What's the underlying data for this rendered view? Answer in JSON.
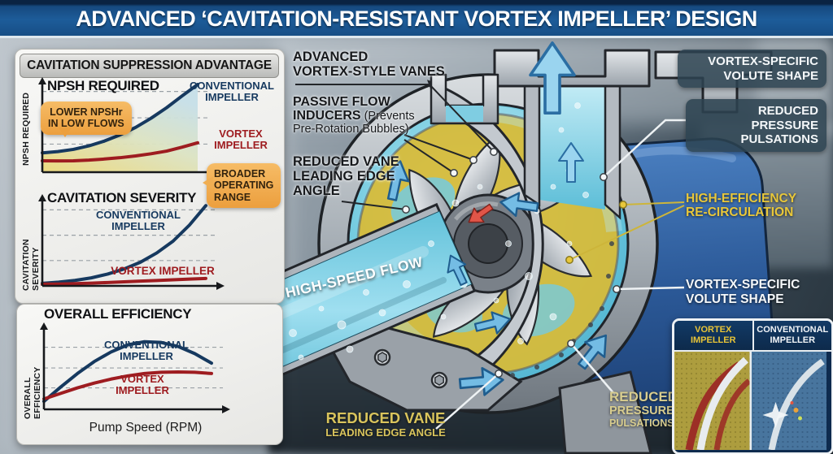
{
  "title_bar": {
    "title": "ADVANCED ‘CAVITATION-RESISTANT VORTEX IMPELLER’ DESIGN"
  },
  "suppression_panel": {
    "header": "CAVITATION SUPPRESSION ADVANTAGE"
  },
  "chart_data": [
    {
      "type": "line",
      "title": "NPSH REQUIRED",
      "ylabel": "NPSH REQUIRED",
      "xlabel": "",
      "ylim": [
        0,
        1
      ],
      "grid": true,
      "gridlines": [
        0.32,
        0.62,
        0.92
      ],
      "area_under_first_series": true,
      "area_colors": [
        "#ecd87a",
        "#c6dfe8"
      ],
      "series": [
        {
          "name": "CONVENTIONAL IMPELLER",
          "color": "#16395f",
          "label": {
            "line1": "CONVENTIONAL",
            "line2": "IMPELLER"
          },
          "points": [
            [
              0,
              0.22
            ],
            [
              0.1,
              0.235
            ],
            [
              0.2,
              0.26
            ],
            [
              0.3,
              0.3
            ],
            [
              0.4,
              0.355
            ],
            [
              0.5,
              0.425
            ],
            [
              0.6,
              0.51
            ],
            [
              0.7,
              0.615
            ],
            [
              0.8,
              0.735
            ],
            [
              0.9,
              0.87
            ],
            [
              1,
              1.0
            ]
          ]
        },
        {
          "name": "VORTEX IMPELLER",
          "color": "#9e1c20",
          "label": {
            "line1": "VORTEX",
            "line2": "IMPELLER"
          },
          "points": [
            [
              0,
              0.13
            ],
            [
              0.1,
              0.128
            ],
            [
              0.2,
              0.13
            ],
            [
              0.3,
              0.138
            ],
            [
              0.4,
              0.15
            ],
            [
              0.5,
              0.165
            ],
            [
              0.6,
              0.185
            ],
            [
              0.7,
              0.21
            ],
            [
              0.8,
              0.24
            ],
            [
              0.9,
              0.285
            ],
            [
              1,
              0.335
            ]
          ]
        }
      ],
      "callouts": {
        "lower": {
          "line1": "LOWER NPSHr",
          "line2": "IN LOW FLOWS"
        },
        "broader": {
          "line1": "BROADER",
          "line2": "OPERATING",
          "line3": "RANGE"
        }
      }
    },
    {
      "type": "line",
      "title": "CAVITATION SEVERITY",
      "ylabel": "CAVITATION SEVERITY",
      "xlabel": "",
      "ylim": [
        0,
        1
      ],
      "grid": true,
      "gridlines": [
        0.3,
        0.6,
        0.9
      ],
      "series": [
        {
          "name": "CONVENTIONAL IMPELLER",
          "color": "#16395f",
          "label": {
            "line1": "CONVENTIONAL",
            "line2": "IMPELLER"
          },
          "points": [
            [
              0,
              0.03
            ],
            [
              0.1,
              0.045
            ],
            [
              0.2,
              0.065
            ],
            [
              0.3,
              0.095
            ],
            [
              0.4,
              0.14
            ],
            [
              0.5,
              0.2
            ],
            [
              0.6,
              0.28
            ],
            [
              0.7,
              0.39
            ],
            [
              0.8,
              0.53
            ],
            [
              0.9,
              0.72
            ],
            [
              1,
              0.95
            ]
          ]
        },
        {
          "name": "VORTEX IMPELLER",
          "color": "#9e1c20",
          "label": {
            "line1": "VORTEX IMPELLER"
          },
          "points": [
            [
              0,
              0.02
            ],
            [
              0.1,
              0.022
            ],
            [
              0.2,
              0.026
            ],
            [
              0.3,
              0.032
            ],
            [
              0.4,
              0.04
            ],
            [
              0.5,
              0.048
            ],
            [
              0.6,
              0.056
            ],
            [
              0.7,
              0.064
            ],
            [
              0.8,
              0.072
            ],
            [
              0.9,
              0.08
            ],
            [
              1,
              0.088
            ]
          ]
        }
      ]
    },
    {
      "type": "line",
      "title": "OVERALL EFFICIENCY",
      "ylabel": "OVERALL EFFICIENCY",
      "xlabel": "Pump Speed (RPM)",
      "ylim": [
        0,
        1
      ],
      "grid": true,
      "gridlines": [
        0.27,
        0.52,
        0.78
      ],
      "series": [
        {
          "name": "CONVENTIONAL IMPELLER",
          "color": "#16395f",
          "label": {
            "line1": "CONVENTIONAL",
            "line2": "IMPELLER"
          },
          "points": [
            [
              0,
              0.1
            ],
            [
              0.1,
              0.28
            ],
            [
              0.2,
              0.45
            ],
            [
              0.3,
              0.6
            ],
            [
              0.4,
              0.72
            ],
            [
              0.5,
              0.81
            ],
            [
              0.6,
              0.85
            ],
            [
              0.7,
              0.84
            ],
            [
              0.8,
              0.79
            ],
            [
              0.9,
              0.7
            ],
            [
              1,
              0.58
            ]
          ]
        },
        {
          "name": "VORTEX IMPELLER",
          "color": "#9e1c20",
          "label": {
            "line1": "VORTEX",
            "line2": "IMPELLER"
          },
          "points": [
            [
              0,
              0.13
            ],
            [
              0.1,
              0.2
            ],
            [
              0.2,
              0.27
            ],
            [
              0.3,
              0.33
            ],
            [
              0.4,
              0.38
            ],
            [
              0.5,
              0.42
            ],
            [
              0.6,
              0.45
            ],
            [
              0.7,
              0.465
            ],
            [
              0.8,
              0.47
            ],
            [
              0.9,
              0.465
            ],
            [
              1,
              0.45
            ]
          ]
        }
      ]
    }
  ],
  "diagram_labels": {
    "advanced_vanes": {
      "line1": "ADVANCED",
      "line2": "VORTEX-STYLE VANES"
    },
    "passive_inducers": {
      "line1": "PASSIVE FLOW",
      "line2_bold": "INDUCERS",
      "line2_rest": " (Prevents",
      "line3": "Pre-Rotation Bubbles)"
    },
    "reduced_vane_left": {
      "line1": "REDUCED VANE",
      "line2": "LEADING EDGE",
      "line3": "ANGLE"
    },
    "high_speed_flow": "HIGH-SPEED FLOW",
    "volute_shape_top": {
      "line1": "VORTEX-SPECIFIC",
      "line2": "VOLUTE SHAPE"
    },
    "pressure_pulsations_top": {
      "line1": "REDUCED PRESSURE",
      "line2": "PULSATIONS"
    },
    "recirculation": {
      "line1": "HIGH-EFFICIENCY",
      "line2": "RE-CIRCULATION"
    },
    "volute_shape_mid": {
      "line1": "VORTEX-SPECIFIC",
      "line2": "VOLUTE SHAPE"
    },
    "reduced_vane_bottom": {
      "line1": "REDUCED VANE",
      "line2": "LEADING EDGE ANGLE"
    },
    "pressure_pulsations_bottom": {
      "line1": "REDUCED",
      "line2": "PRESSURE",
      "line3": "PULSATIONS"
    }
  },
  "inset": {
    "vortex": {
      "line1": "VORTEX",
      "line2": "IMPELLER"
    },
    "conventional": {
      "line1": "CONVENTIONAL",
      "line2": "IMPELLER"
    }
  },
  "colors": {
    "title_bar_bg": "#1d5c99",
    "conventional_line": "#16395f",
    "vortex_line": "#9e1c20",
    "callout_bg": "#f0a94f",
    "yellow_label": "#e8c73a",
    "water_cyan": "#74cbe0",
    "impeller_yellow": "#d9bb35",
    "motor_blue": "#2f62a3"
  }
}
